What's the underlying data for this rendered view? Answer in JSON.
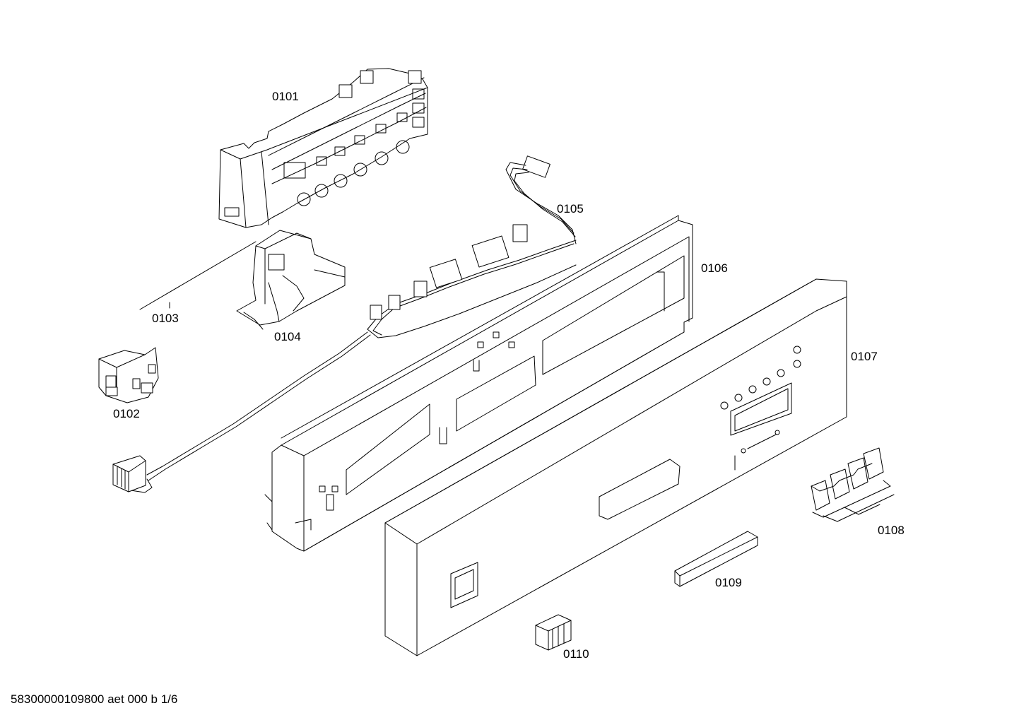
{
  "parts": {
    "p0101": "0101",
    "p0102": "0102",
    "p0103": "0103",
    "p0104": "0104",
    "p0105": "0105",
    "p0106": "0106",
    "p0107": "0107",
    "p0108": "0108",
    "p0109": "0109",
    "p0110": "0110"
  },
  "footer": {
    "doc_code": "58300000109800 aet 000 b 1/6"
  }
}
